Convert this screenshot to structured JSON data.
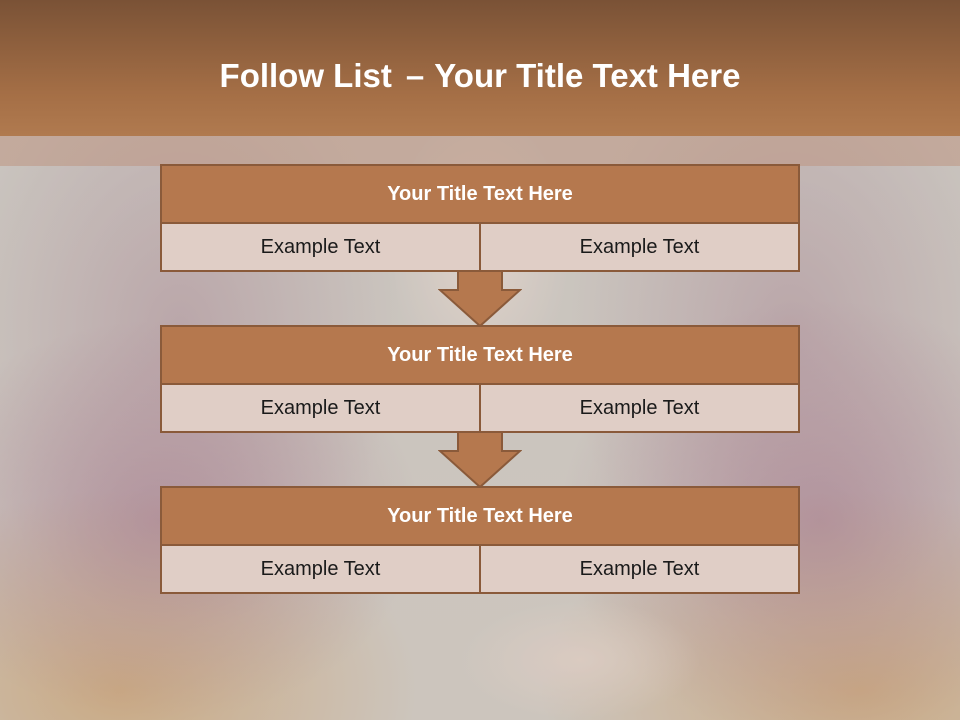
{
  "header": {
    "title_bold": "Follow List",
    "title_sep": "–",
    "title_rest": "Your Title Text Here"
  },
  "blocks": [
    {
      "title": "Your Title Text Here",
      "left": "Example Text",
      "right": "Example Text"
    },
    {
      "title": "Your Title Text Here",
      "left": "Example Text",
      "right": "Example Text"
    },
    {
      "title": "Your Title Text Here",
      "left": "Example Text",
      "right": "Example Text"
    }
  ],
  "colors": {
    "header": "#a56f46",
    "block_head": "#b5784e",
    "block_body": "#e0cec6",
    "border": "#8a5a3a"
  }
}
